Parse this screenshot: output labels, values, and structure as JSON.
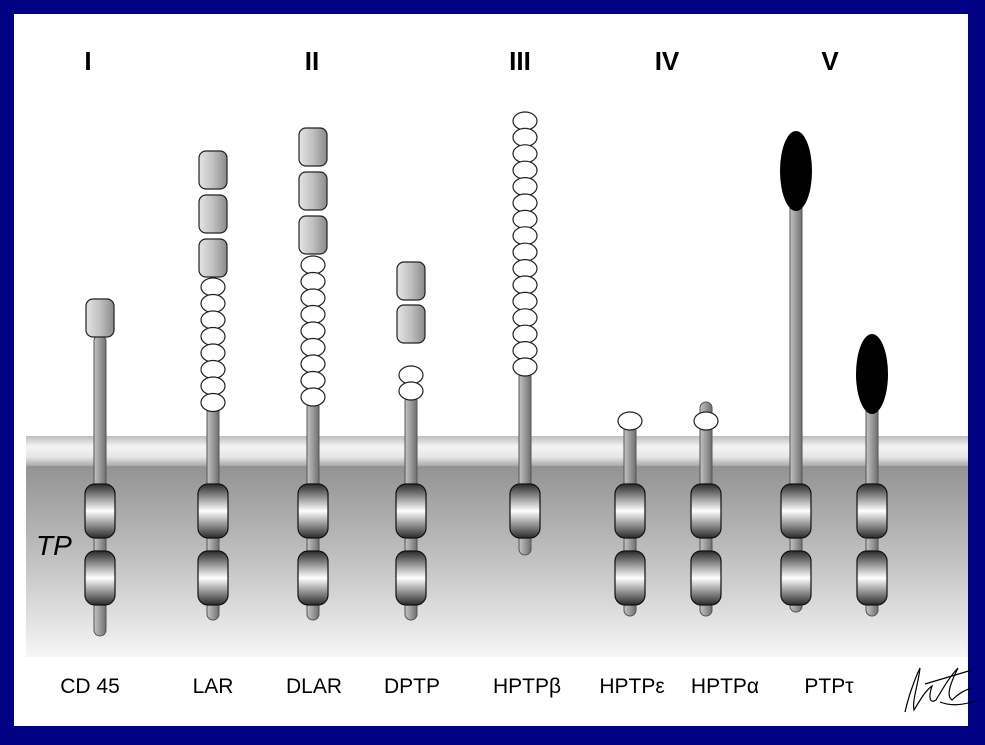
{
  "class_labels": {
    "c1": "I",
    "c2": "II",
    "c3": "III",
    "c4": "IV",
    "c5": "V"
  },
  "side_label": "TP",
  "proteins": {
    "cd45": "CD 45",
    "lar": "LAR",
    "dlar": "DLAR",
    "dptp": "DPTP",
    "hptp_beta": "HPTPβ",
    "hptp_epsilon": "HPTPε",
    "hptp_alpha": "HPTPα",
    "ptp_tau": "PTPτ"
  },
  "colors": {
    "border": "#010283",
    "panel": "#ffffff",
    "membrane_band": "#d6d6d6",
    "cytoplasm_top": "#909090",
    "cytoplasm_bottom": "#f4f4f4",
    "stalk": "#9a9a9a",
    "ig_domain": "#b8b8b8",
    "fn_domain": "#ffffff",
    "mam_domain": "#000000"
  }
}
